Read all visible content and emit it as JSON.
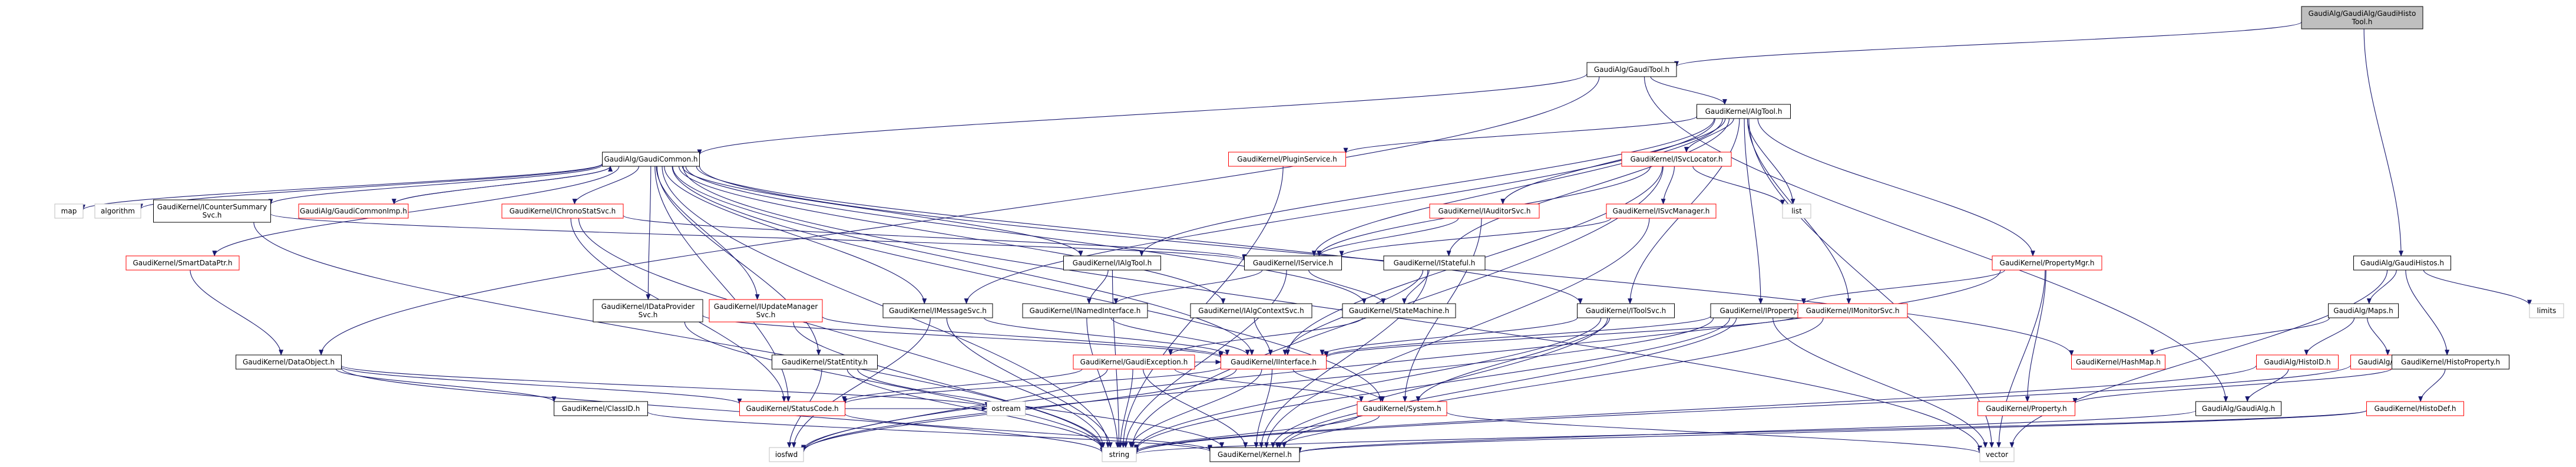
{
  "nodes": [
    {
      "id": "n0",
      "lines": [
        "GaudiAlg/GaudiAlg/GaudiHisto",
        "Tool.h"
      ],
      "style": "root"
    },
    {
      "id": "n1",
      "lines": [
        "GaudiAlg/GaudiTool.h"
      ],
      "style": "normal"
    },
    {
      "id": "n2",
      "lines": [
        "GaudiKernel/AlgTool.h"
      ],
      "style": "normal"
    },
    {
      "id": "n3",
      "lines": [
        "GaudiAlg/GaudiCommon.h"
      ],
      "style": "normal"
    },
    {
      "id": "n4",
      "lines": [
        "GaudiKernel/IAlgTool.h"
      ],
      "style": "normal"
    },
    {
      "id": "n5",
      "lines": [
        "GaudiKernel/INamedInterface.h"
      ],
      "style": "normal"
    },
    {
      "id": "n6",
      "lines": [
        "GaudiKernel/IInterface.h"
      ],
      "style": "red"
    },
    {
      "id": "n7",
      "lines": [
        "GaudiKernel/Kernel.h"
      ],
      "style": "normal"
    },
    {
      "id": "n8",
      "lines": [
        "GaudiKernel/System.h"
      ],
      "style": "red"
    },
    {
      "id": "n9",
      "lines": [
        "GaudiKernel/StatusCode.h"
      ],
      "style": "red"
    },
    {
      "id": "n10",
      "lines": [
        "string"
      ],
      "style": "gray"
    },
    {
      "id": "n11",
      "lines": [
        "ostream"
      ],
      "style": "gray"
    },
    {
      "id": "n12",
      "lines": [
        "vector"
      ],
      "style": "gray"
    },
    {
      "id": "n13",
      "lines": [
        "iosfwd"
      ],
      "style": "gray"
    },
    {
      "id": "n14",
      "lines": [
        "GaudiKernel/IService.h"
      ],
      "style": "normal"
    },
    {
      "id": "n15",
      "lines": [
        "GaudiKernel/IStateful.h"
      ],
      "style": "normal"
    },
    {
      "id": "n16",
      "lines": [
        "GaudiKernel/StateMachine.h"
      ],
      "style": "normal"
    },
    {
      "id": "n17",
      "lines": [
        "GaudiKernel/GaudiException.h"
      ],
      "style": "red"
    },
    {
      "id": "n18",
      "lines": [
        "GaudiKernel/IMessageSvc.h"
      ],
      "style": "normal"
    },
    {
      "id": "n19",
      "lines": [
        "GaudiKernel/IAlgContextSvc.h"
      ],
      "style": "normal"
    },
    {
      "id": "n20",
      "lines": [
        "GaudiKernel/IToolSvc.h"
      ],
      "style": "normal"
    },
    {
      "id": "n21",
      "lines": [
        "GaudiKernel/IProperty.h"
      ],
      "style": "normal"
    },
    {
      "id": "n22",
      "lines": [
        "GaudiKernel/PropertyMgr.h"
      ],
      "style": "red"
    },
    {
      "id": "n23",
      "lines": [
        "GaudiKernel/IMonitorSvc.h"
      ],
      "style": "red"
    },
    {
      "id": "n24",
      "lines": [
        "GaudiKernel/IAuditorSvc.h"
      ],
      "style": "red"
    },
    {
      "id": "n25",
      "lines": [
        "GaudiKernel/ISvcLocator.h"
      ],
      "style": "red"
    },
    {
      "id": "n26",
      "lines": [
        "GaudiKernel/ISvcManager.h"
      ],
      "style": "red"
    },
    {
      "id": "n27",
      "lines": [
        "list"
      ],
      "style": "gray"
    },
    {
      "id": "n28",
      "lines": [
        "GaudiKernel/PluginService.h"
      ],
      "style": "red"
    },
    {
      "id": "n29",
      "lines": [
        "map"
      ],
      "style": "gray"
    },
    {
      "id": "n30",
      "lines": [
        "algorithm"
      ],
      "style": "gray"
    },
    {
      "id": "n31",
      "lines": [
        "GaudiKernel/ICounterSummary",
        "Svc.h"
      ],
      "style": "normal"
    },
    {
      "id": "n32",
      "lines": [
        "GaudiAlg/GaudiCommonImp.h"
      ],
      "style": "red"
    },
    {
      "id": "n33",
      "lines": [
        "GaudiKernel/IChronoStatSvc.h"
      ],
      "style": "red"
    },
    {
      "id": "n34",
      "lines": [
        "GaudiKernel/SmartDataPtr.h"
      ],
      "style": "red"
    },
    {
      "id": "n35",
      "lines": [
        "GaudiKernel/DataObject.h"
      ],
      "style": "normal"
    },
    {
      "id": "n36",
      "lines": [
        "GaudiKernel/ClassID.h"
      ],
      "style": "normal"
    },
    {
      "id": "n37",
      "lines": [
        "GaudiKernel/IDataProvider",
        "Svc.h"
      ],
      "style": "normal"
    },
    {
      "id": "n38",
      "lines": [
        "GaudiKernel/IUpdateManager",
        "Svc.h"
      ],
      "style": "red"
    },
    {
      "id": "n39",
      "lines": [
        "GaudiKernel/StatEntity.h"
      ],
      "style": "normal"
    },
    {
      "id": "n40",
      "lines": [
        "GaudiKernel/HashMap.h"
      ],
      "style": "red"
    },
    {
      "id": "n41",
      "lines": [
        "GaudiKernel/Property.h"
      ],
      "style": "red"
    },
    {
      "id": "n42",
      "lines": [
        "GaudiAlg/GaudiHistos.h"
      ],
      "style": "normal"
    },
    {
      "id": "n43",
      "lines": [
        "limits"
      ],
      "style": "gray"
    },
    {
      "id": "n44",
      "lines": [
        "GaudiAlg/Maps.h"
      ],
      "style": "normal"
    },
    {
      "id": "n45",
      "lines": [
        "GaudiAlg/HistoID.h"
      ],
      "style": "red"
    },
    {
      "id": "n46",
      "lines": [
        "GaudiAlg/TupleID.h"
      ],
      "style": "red"
    },
    {
      "id": "n47",
      "lines": [
        "GaudiKernel/HistoProperty.h"
      ],
      "style": "normal"
    },
    {
      "id": "n48",
      "lines": [
        "GaudiKernel/HistoDef.h"
      ],
      "style": "red"
    },
    {
      "id": "n49",
      "lines": [
        "GaudiAlg/GaudiAlg.h"
      ],
      "style": "normal"
    }
  ],
  "edges": [
    [
      "n0",
      "n1"
    ],
    [
      "n0",
      "n42"
    ],
    [
      "n1",
      "n2"
    ],
    [
      "n1",
      "n3"
    ],
    [
      "n1",
      "n35"
    ],
    [
      "n1",
      "n49"
    ],
    [
      "n2",
      "n4"
    ],
    [
      "n2",
      "n14"
    ],
    [
      "n2",
      "n15"
    ],
    [
      "n2",
      "n18"
    ],
    [
      "n2",
      "n20"
    ],
    [
      "n2",
      "n21"
    ],
    [
      "n2",
      "n22"
    ],
    [
      "n2",
      "n23"
    ],
    [
      "n2",
      "n24"
    ],
    [
      "n2",
      "n25"
    ],
    [
      "n2",
      "n27"
    ],
    [
      "n2",
      "n28"
    ],
    [
      "n2",
      "n12"
    ],
    [
      "n3",
      "n29"
    ],
    [
      "n3",
      "n30"
    ],
    [
      "n3",
      "n31"
    ],
    [
      "n3",
      "n32"
    ],
    [
      "n3",
      "n33"
    ],
    [
      "n3",
      "n34"
    ],
    [
      "n3",
      "n37"
    ],
    [
      "n3",
      "n38"
    ],
    [
      "n3",
      "n39"
    ],
    [
      "n3",
      "n4"
    ],
    [
      "n3",
      "n18"
    ],
    [
      "n3",
      "n20"
    ],
    [
      "n3",
      "n19"
    ],
    [
      "n3",
      "n16"
    ],
    [
      "n3",
      "n9"
    ],
    [
      "n3",
      "n10"
    ],
    [
      "n3",
      "n6"
    ],
    [
      "n3",
      "n8"
    ],
    [
      "n3",
      "n40"
    ],
    [
      "n3",
      "n12"
    ],
    [
      "n32",
      "n3"
    ],
    [
      "n4",
      "n5"
    ],
    [
      "n4",
      "n10"
    ],
    [
      "n5",
      "n6"
    ],
    [
      "n5",
      "n10"
    ],
    [
      "n6",
      "n7"
    ],
    [
      "n6",
      "n8"
    ],
    [
      "n6",
      "n9"
    ],
    [
      "n6",
      "n13"
    ],
    [
      "n6",
      "n10"
    ],
    [
      "n8",
      "n7"
    ],
    [
      "n8",
      "n10"
    ],
    [
      "n8",
      "n12"
    ],
    [
      "n9",
      "n7"
    ],
    [
      "n9",
      "n11"
    ],
    [
      "n14",
      "n5"
    ],
    [
      "n14",
      "n16"
    ],
    [
      "n14",
      "n10"
    ],
    [
      "n15",
      "n6"
    ],
    [
      "n15",
      "n16"
    ],
    [
      "n15",
      "n7"
    ],
    [
      "n16",
      "n17"
    ],
    [
      "n17",
      "n6"
    ],
    [
      "n17",
      "n8"
    ],
    [
      "n17",
      "n9"
    ],
    [
      "n17",
      "n10"
    ],
    [
      "n17",
      "n7"
    ],
    [
      "n17",
      "n13"
    ],
    [
      "n18",
      "n6"
    ],
    [
      "n18",
      "n10"
    ],
    [
      "n18",
      "n13"
    ],
    [
      "n19",
      "n6"
    ],
    [
      "n20",
      "n6"
    ],
    [
      "n20",
      "n7"
    ],
    [
      "n20",
      "n8"
    ],
    [
      "n20",
      "n10"
    ],
    [
      "n21",
      "n6"
    ],
    [
      "n21",
      "n7"
    ],
    [
      "n21",
      "n10"
    ],
    [
      "n21",
      "n12"
    ],
    [
      "n21",
      "n13"
    ],
    [
      "n22",
      "n21"
    ],
    [
      "n22",
      "n41"
    ],
    [
      "n22",
      "n12"
    ],
    [
      "n22",
      "n13"
    ],
    [
      "n23",
      "n6"
    ],
    [
      "n23",
      "n7"
    ],
    [
      "n24",
      "n14"
    ],
    [
      "n24",
      "n8"
    ],
    [
      "n25",
      "n6"
    ],
    [
      "n25",
      "n27"
    ],
    [
      "n25",
      "n14"
    ],
    [
      "n25",
      "n26"
    ],
    [
      "n25",
      "n10"
    ],
    [
      "n26",
      "n14"
    ],
    [
      "n26",
      "n7"
    ],
    [
      "n28",
      "n10"
    ],
    [
      "n31",
      "n14"
    ],
    [
      "n31",
      "n10"
    ],
    [
      "n33",
      "n14"
    ],
    [
      "n33",
      "n10"
    ],
    [
      "n33",
      "n9"
    ],
    [
      "n34",
      "n35"
    ],
    [
      "n35",
      "n36"
    ],
    [
      "n35",
      "n9"
    ],
    [
      "n35",
      "n10"
    ],
    [
      "n35",
      "n11"
    ],
    [
      "n36",
      "n7"
    ],
    [
      "n37",
      "n6"
    ],
    [
      "n37",
      "n10"
    ],
    [
      "n38",
      "n6"
    ],
    [
      "n38",
      "n10"
    ],
    [
      "n39",
      "n10"
    ],
    [
      "n39",
      "n13"
    ],
    [
      "n39",
      "n7"
    ],
    [
      "n42",
      "n44"
    ],
    [
      "n42",
      "n43"
    ],
    [
      "n42",
      "n47"
    ],
    [
      "n42",
      "n12"
    ],
    [
      "n44",
      "n45"
    ],
    [
      "n44",
      "n46"
    ],
    [
      "n44",
      "n40"
    ],
    [
      "n45",
      "n49"
    ],
    [
      "n45",
      "n10"
    ],
    [
      "n46",
      "n10"
    ],
    [
      "n47",
      "n41"
    ],
    [
      "n47",
      "n48"
    ],
    [
      "n48",
      "n7"
    ],
    [
      "n48",
      "n10"
    ],
    [
      "n49",
      "n7"
    ]
  ],
  "colors": {
    "edge": "#191970",
    "node_border": "#000000",
    "red_border": "#ff0000",
    "gray_border": "#bfbfbf",
    "root_fill": "#bfbfbf",
    "node_fill": "#ffffff"
  }
}
